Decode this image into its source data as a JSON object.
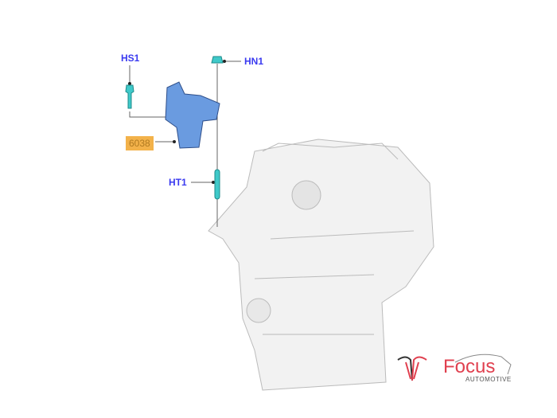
{
  "callouts": {
    "hs1": "HS1",
    "hn1": "HN1",
    "ht1": "HT1",
    "part": "6038"
  },
  "logo": {
    "name": "Focus",
    "subtitle": "AUTOMOTIVE"
  },
  "colors": {
    "label": "#3a3af0",
    "tag": "#f3b24a",
    "part": "#6a9be0",
    "fastener": "#3fc9c9",
    "brand": "#e0404f"
  }
}
